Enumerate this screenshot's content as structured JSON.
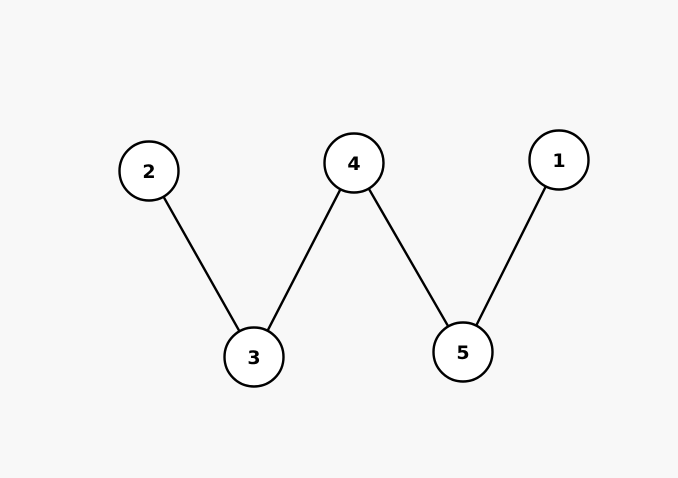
{
  "graph": {
    "nodes": [
      {
        "id": "n2",
        "label": "2"
      },
      {
        "id": "n3",
        "label": "3"
      },
      {
        "id": "n4",
        "label": "4"
      },
      {
        "id": "n5",
        "label": "5"
      },
      {
        "id": "n1",
        "label": "1"
      }
    ],
    "edges": [
      {
        "from": "n2",
        "to": "n3"
      },
      {
        "from": "n3",
        "to": "n4"
      },
      {
        "from": "n4",
        "to": "n5"
      },
      {
        "from": "n5",
        "to": "n1"
      }
    ]
  }
}
